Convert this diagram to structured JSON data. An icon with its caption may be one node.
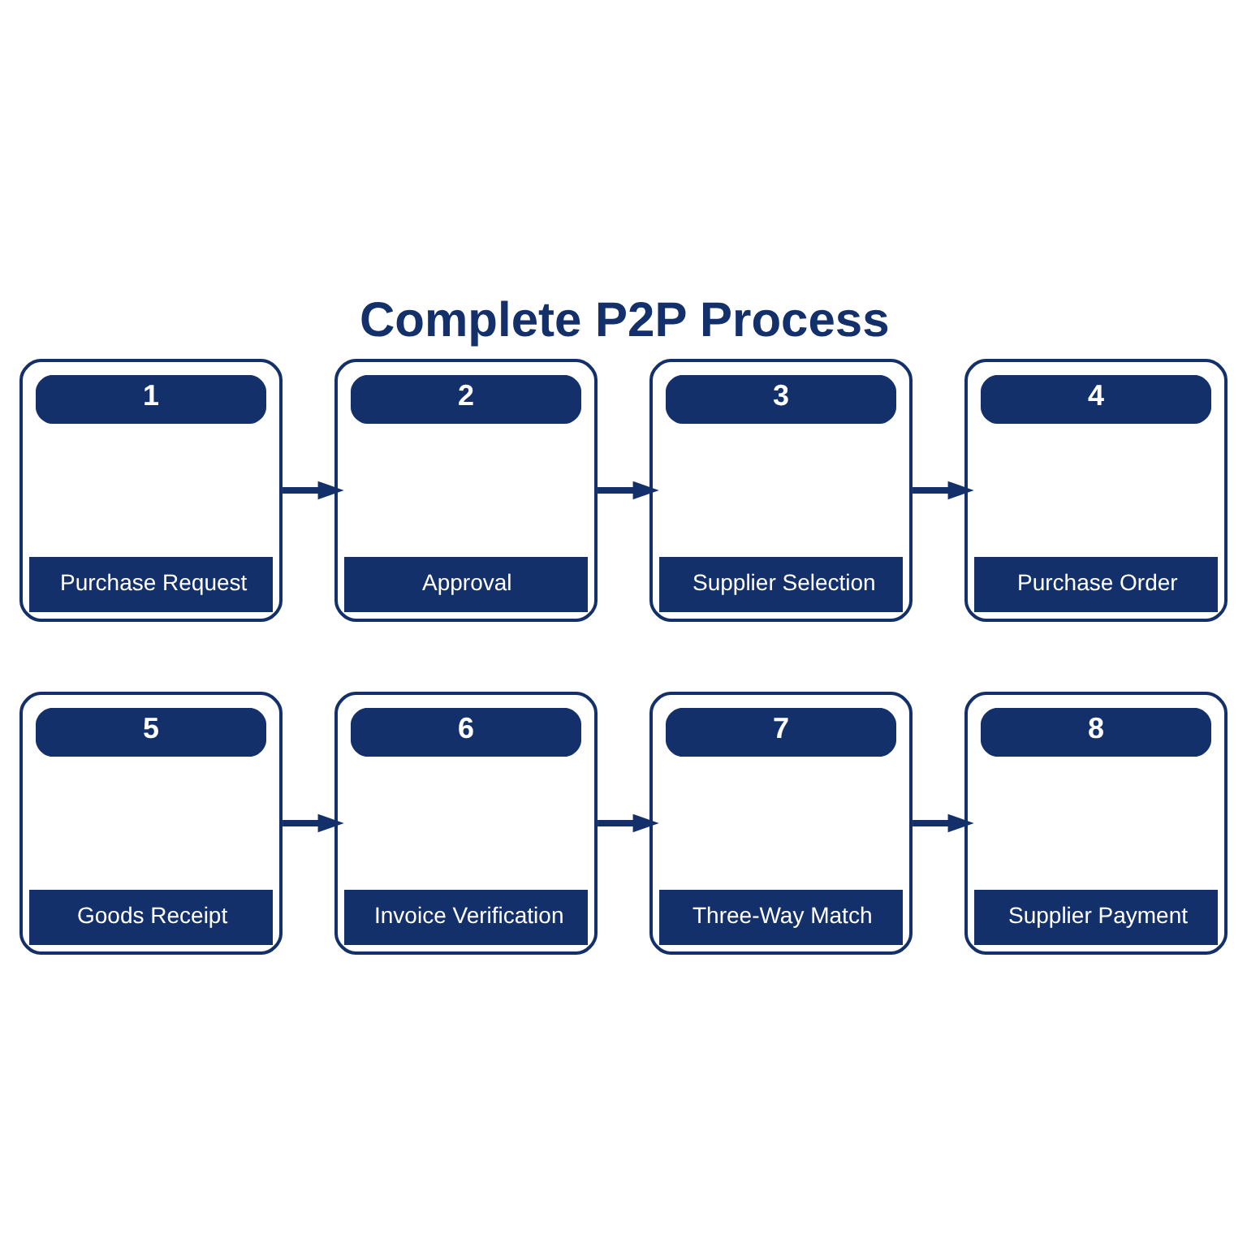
{
  "diagram": {
    "title": "Complete P2P Process",
    "nodes": [
      {
        "text": [
          "1",
          "Purchase Request"
        ]
      },
      {
        "text": [
          "2",
          "Approval"
        ]
      },
      {
        "text": [
          "3",
          "Supplier Selection"
        ]
      },
      {
        "text": [
          "4",
          "Purchase Order"
        ]
      },
      {
        "text": [
          "5",
          "Goods Receipt"
        ]
      },
      {
        "text": [
          "6",
          "Invoice Verification"
        ]
      },
      {
        "text": [
          "7",
          "Three-Way Match"
        ]
      },
      {
        "text": [
          "8",
          "Supplier Payment"
        ]
      }
    ],
    "edges": [
      {
        "from": 0,
        "to": 1,
        "arrow": "to"
      },
      {
        "from": 1,
        "to": 2,
        "arrow": "to"
      },
      {
        "from": 2,
        "to": 3,
        "arrow": "to"
      },
      {
        "from": 4,
        "to": 5,
        "arrow": "to"
      },
      {
        "from": 5,
        "to": 6,
        "arrow": "to"
      },
      {
        "from": 6,
        "to": 7,
        "arrow": "to"
      }
    ]
  }
}
